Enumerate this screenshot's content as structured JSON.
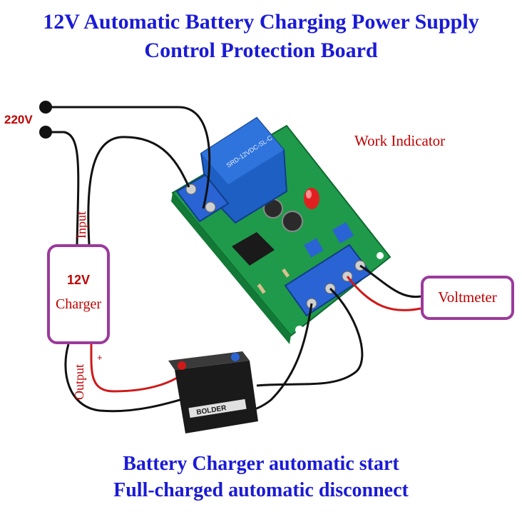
{
  "title": {
    "line1": "12V Automatic Battery Charging Power Supply",
    "line2": "Control Protection Board"
  },
  "labels": {
    "mains": "220V",
    "work_indicator": "Work Indicator",
    "charger_voltage": "12V",
    "charger_name": "Charger",
    "input": "Input",
    "output": "Output",
    "plus": "+",
    "voltmeter": "Voltmeter"
  },
  "caption": {
    "line1": "Battery Charger automatic start",
    "line2": "Full-charged automatic disconnect"
  },
  "colors": {
    "title": "#1a1ad6",
    "label_red": "#c00000",
    "box_border": "#9b3a9b",
    "wire_black": "#111111",
    "wire_red": "#d01818",
    "pcb_green": "#1f9a4a",
    "relay_blue": "#1e5fc4",
    "terminal_blue": "#2a63d4"
  }
}
